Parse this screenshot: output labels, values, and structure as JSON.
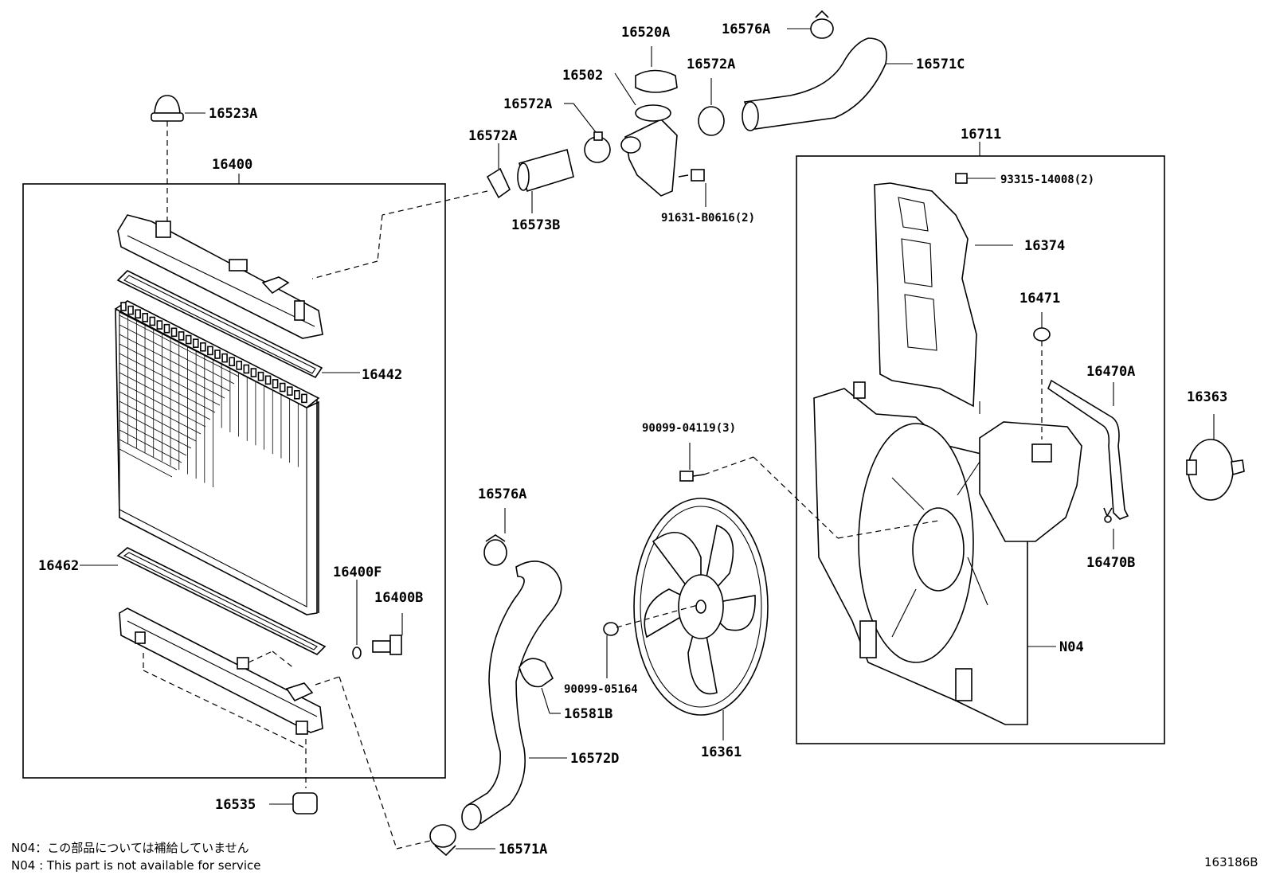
{
  "labels": {
    "p16523A": "16523A",
    "p16400": "16400",
    "p16442": "16442",
    "p16462": "16462",
    "p16400F": "16400F",
    "p16400B": "16400B",
    "p16535": "16535",
    "p16572A_1": "16572A",
    "p16572A_2": "16572A",
    "p16572A_3": "16572A",
    "p16573B": "16573B",
    "p16520A": "16520A",
    "p16502": "16502",
    "p16576A_top": "16576A",
    "p16571C": "16571C",
    "p91631": "91631-B0616(2)",
    "p16711": "16711",
    "p93315": "93315-14008(2)",
    "p16374": "16374",
    "p16471": "16471",
    "p16470A": "16470A",
    "p16363": "16363",
    "p16470B": "16470B",
    "pN04": "N04",
    "p90099_04119": "90099-04119(3)",
    "p90099_05164": "90099-05164",
    "p16361": "16361",
    "p16576A_low": "16576A",
    "p16581B": "16581B",
    "p16572D": "16572D",
    "p16571A": "16571A"
  },
  "notes": {
    "jp": "N04：この部品については補給していません",
    "en": "N04 : This part is not available for service"
  },
  "diagram_id": "163186B"
}
